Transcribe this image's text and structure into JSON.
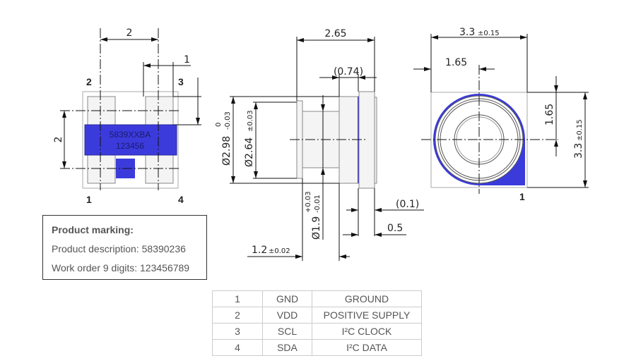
{
  "top_view": {
    "dim_pitch_x": "2",
    "dim_pad_width": "1",
    "dim_pitch_y": "2",
    "pin_labels": [
      "1",
      "2",
      "3",
      "4"
    ],
    "marking_line1": "5839XXBA",
    "marking_line2": "123456"
  },
  "side_view": {
    "dim_length": "2.65",
    "dim_flange": "(0.74)",
    "dim_outer_dia": "Ø2.98",
    "dim_outer_tol_upper": "0",
    "dim_outer_tol_lower": "-0.03",
    "dim_inner_dia": "Ø2.64",
    "dim_inner_tol": "±0.03",
    "dim_neck_dia": "Ø1.9",
    "dim_neck_tol_upper": "+0.03",
    "dim_neck_tol_lower": "-0.01",
    "dim_neck_len": "1.2",
    "dim_neck_len_tol": "±0.02",
    "dim_gap": "(0.1)",
    "dim_base": "0.5"
  },
  "bottom_view": {
    "dim_width": "3.3",
    "dim_width_tol": "±0.15",
    "dim_center_x": "1.65",
    "dim_center_y": "1.65",
    "dim_height": "3.3",
    "dim_height_tol": "±0.15",
    "pin1_label": "1"
  },
  "product_marking": {
    "title": "Product marking:",
    "description": "Product description: 58390236",
    "work_order": "Work order 9 digits: 123456789"
  },
  "pin_table": [
    {
      "pin": "1",
      "name": "GND",
      "function": "GROUND"
    },
    {
      "pin": "2",
      "name": "VDD",
      "function": "POSITIVE SUPPLY"
    },
    {
      "pin": "3",
      "name": "SCL",
      "function": "I²C CLOCK"
    },
    {
      "pin": "4",
      "name": "SDA",
      "function": "I²C DATA"
    }
  ],
  "colors": {
    "marking_blue": "#3b3bdc",
    "outline": "#888888"
  }
}
